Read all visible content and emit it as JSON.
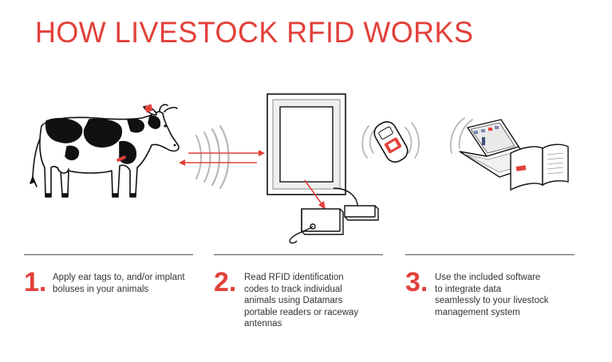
{
  "title": "HOW LIVESTOCK RFID WORKS",
  "colors": {
    "accent": "#e2403a",
    "ink": "#111111",
    "text": "#333333"
  },
  "steps": [
    {
      "number": "1.",
      "text": "Apply ear tags to, and/or implant\nboluses in your animals"
    },
    {
      "number": "2.",
      "text": "Read RFID identification\ncodes to track individual\nanimals using Datamars\nportable readers or raceway\nantennas"
    },
    {
      "number": "3.",
      "text": "Use the included software\nto integrate data\nseamlessly to your livestock\nmanagement system"
    }
  ],
  "illustrations": {
    "cow": "cow-with-ear-tag",
    "signal": "rfid-signal-waves",
    "arrows": "bidirectional-arrows",
    "antenna": "raceway-panel-antenna",
    "reader": "reader-control-box",
    "handheld": "handheld-reader",
    "laptop": "laptop-software",
    "book": "open-record-book"
  }
}
